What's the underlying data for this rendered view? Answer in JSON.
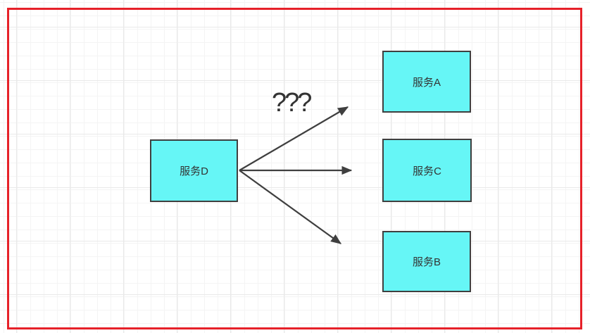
{
  "diagram": {
    "type": "service-fanout-flowchart",
    "annotation": {
      "label": "???"
    },
    "nodes": [
      {
        "id": "service-d",
        "label": "服务D"
      },
      {
        "id": "service-a",
        "label": "服务A"
      },
      {
        "id": "service-c",
        "label": "服务C"
      },
      {
        "id": "service-b",
        "label": "服务B"
      }
    ],
    "edges": [
      {
        "from": "服务D",
        "to": "服务A"
      },
      {
        "from": "服务D",
        "to": "服务C"
      },
      {
        "from": "服务D",
        "to": "服务B"
      }
    ],
    "colors": {
      "node_fill": "#66f6f6",
      "node_border": "#3f3f3f",
      "arrow": "#3f3f3f",
      "page_border": "#e62129",
      "text": "#333333"
    }
  }
}
